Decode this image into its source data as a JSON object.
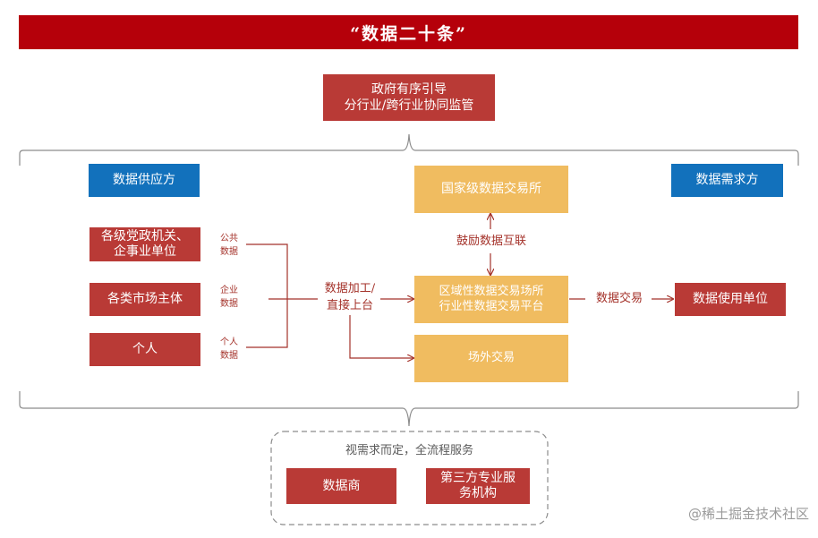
{
  "title": "“数据二十条”",
  "top_box": {
    "line1": "政府有序引导",
    "line2": "分行业/跨行业协同监管"
  },
  "supply_header": "数据供应方",
  "demand_header": "数据需求方",
  "suppliers": [
    {
      "line1": "各级党政机关、",
      "line2": "企事业单位"
    },
    {
      "line1": "各类市场主体",
      "line2": ""
    },
    {
      "line1": "个人",
      "line2": ""
    }
  ],
  "supplier_data_labels": [
    {
      "line1": "公共",
      "line2": "数据"
    },
    {
      "line1": "企业",
      "line2": "数据"
    },
    {
      "line1": "个人",
      "line2": "数据"
    }
  ],
  "processing_label": {
    "line1": "数据加工/",
    "line2": "直接上台"
  },
  "national_exchange": "国家级数据交易所",
  "encourage_label": "鼓励数据互联",
  "regional_platform": {
    "line1": "区域性数据交易场所",
    "line2": "行业性数据交易平台"
  },
  "otc_trading": "场外交易",
  "trade_label": "数据交易",
  "data_user": "数据使用单位",
  "services": {
    "caption": "视需求而定，全流程服务",
    "data_merchant": "数据商",
    "third_party": {
      "line1": "第三方专业服",
      "line2": "务机构"
    }
  },
  "watermark": "@稀土掘金技术社区",
  "colors": {
    "title_bar": "#b5000a",
    "red_box": "#b93a36",
    "blue_box": "#1271bc",
    "gold_box": "#f0bc60",
    "arrow": "#a4322a",
    "brace": "#8c8c8c"
  }
}
